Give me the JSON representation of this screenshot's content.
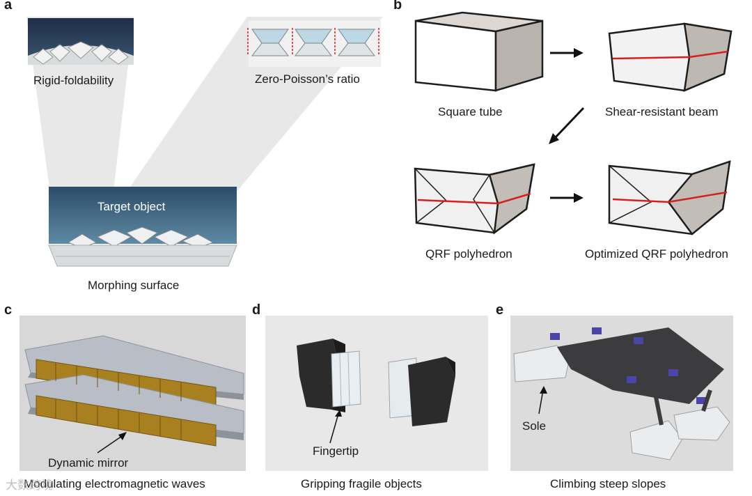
{
  "panels": {
    "a": {
      "letter": "a",
      "labels": {
        "rigid_foldability": "Rigid-foldability",
        "zero_poisson": "Zero-Poisson’s ratio",
        "target_object": "Target object",
        "morphing_surface": "Morphing surface"
      }
    },
    "b": {
      "letter": "b",
      "labels": {
        "square_tube": "Square tube",
        "shear_beam": "Shear-resistant beam",
        "qrf_polyhedron": "QRF polyhedron",
        "optimized_qrf": "Optimized QRF polyhedron"
      }
    },
    "c": {
      "letter": "c",
      "caption": "Modulating electromagnetic waves",
      "annotation": "Dynamic mirror"
    },
    "d": {
      "letter": "d",
      "caption": "Gripping fragile objects",
      "annotation": "Fingertip"
    },
    "e": {
      "letter": "e",
      "caption": "Climbing steep slopes",
      "annotation": "Sole"
    }
  },
  "watermark": {
    "text": "大数跨境"
  },
  "colors": {
    "accent_red": "#d42020",
    "panel_gray": "#d6d6d6",
    "hatch": "#c9dde6",
    "gold": "#9b7624",
    "dark": "#262626"
  }
}
